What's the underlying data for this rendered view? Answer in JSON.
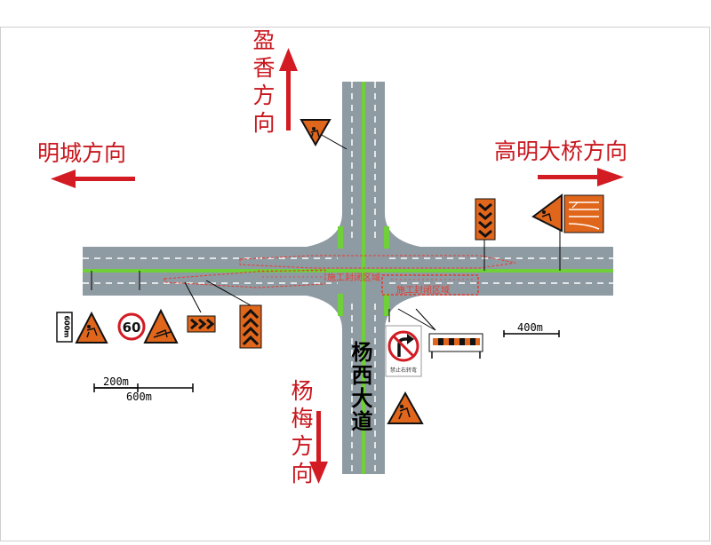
{
  "directions": {
    "north": "盈香方向",
    "west": "明城方向",
    "east": "高明大桥方向",
    "south": "杨梅方向"
  },
  "road_name": "杨西大道",
  "work_zone_labels": [
    "施工封闭区域",
    "施工封闭区域"
  ],
  "sign_texts": {
    "speed_limit": "60",
    "distance_plate": "600m",
    "no_right_turn_caption": "禁止右转弯"
  },
  "scale": {
    "left_short": "200m",
    "left_long": "600m",
    "right": "400m"
  },
  "colors": {
    "road": "#8f9ba3",
    "median": "#6fd03a",
    "lane_marking": "#ffffff",
    "direction_text": "#c8161d",
    "work_zone": "#e53b2f",
    "sign_orange": "#e0661c",
    "sign_black": "#111111"
  },
  "icons": [
    "direction-arrow-icon",
    "road-work-sign-icon",
    "chevron-sign-icon",
    "speed-limit-sign-icon",
    "no-right-turn-sign-icon",
    "barrier-icon",
    "lane-closure-sign-icon"
  ]
}
